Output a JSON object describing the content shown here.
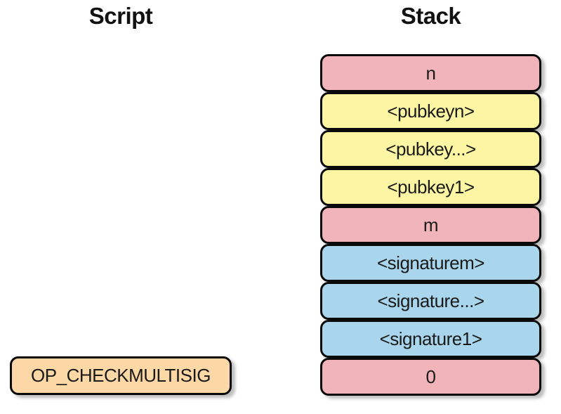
{
  "colors": {
    "pink": "#f2b4bb",
    "yellow": "#fbf5a4",
    "blue": "#a9d6ec",
    "peach": "#fcd8a6",
    "border": "#0a0a0a",
    "text": "#1a1a1a"
  },
  "script": {
    "title": "Script",
    "operator": {
      "label": "OP_CHECKMULTISIG",
      "color": "#fcd8a6"
    }
  },
  "stack": {
    "title": "Stack",
    "items": [
      {
        "label": "n",
        "color": "#f2b4bb"
      },
      {
        "label": "<pubkeyn>",
        "color": "#fbf5a4"
      },
      {
        "label": "<pubkey...>",
        "color": "#fbf5a4"
      },
      {
        "label": "<pubkey1>",
        "color": "#fbf5a4"
      },
      {
        "label": "m",
        "color": "#f2b4bb"
      },
      {
        "label": "<signaturem>",
        "color": "#a9d6ec"
      },
      {
        "label": "<signature...>",
        "color": "#a9d6ec"
      },
      {
        "label": "<signature1>",
        "color": "#a9d6ec"
      },
      {
        "label": "0",
        "color": "#f2b4bb"
      }
    ]
  }
}
